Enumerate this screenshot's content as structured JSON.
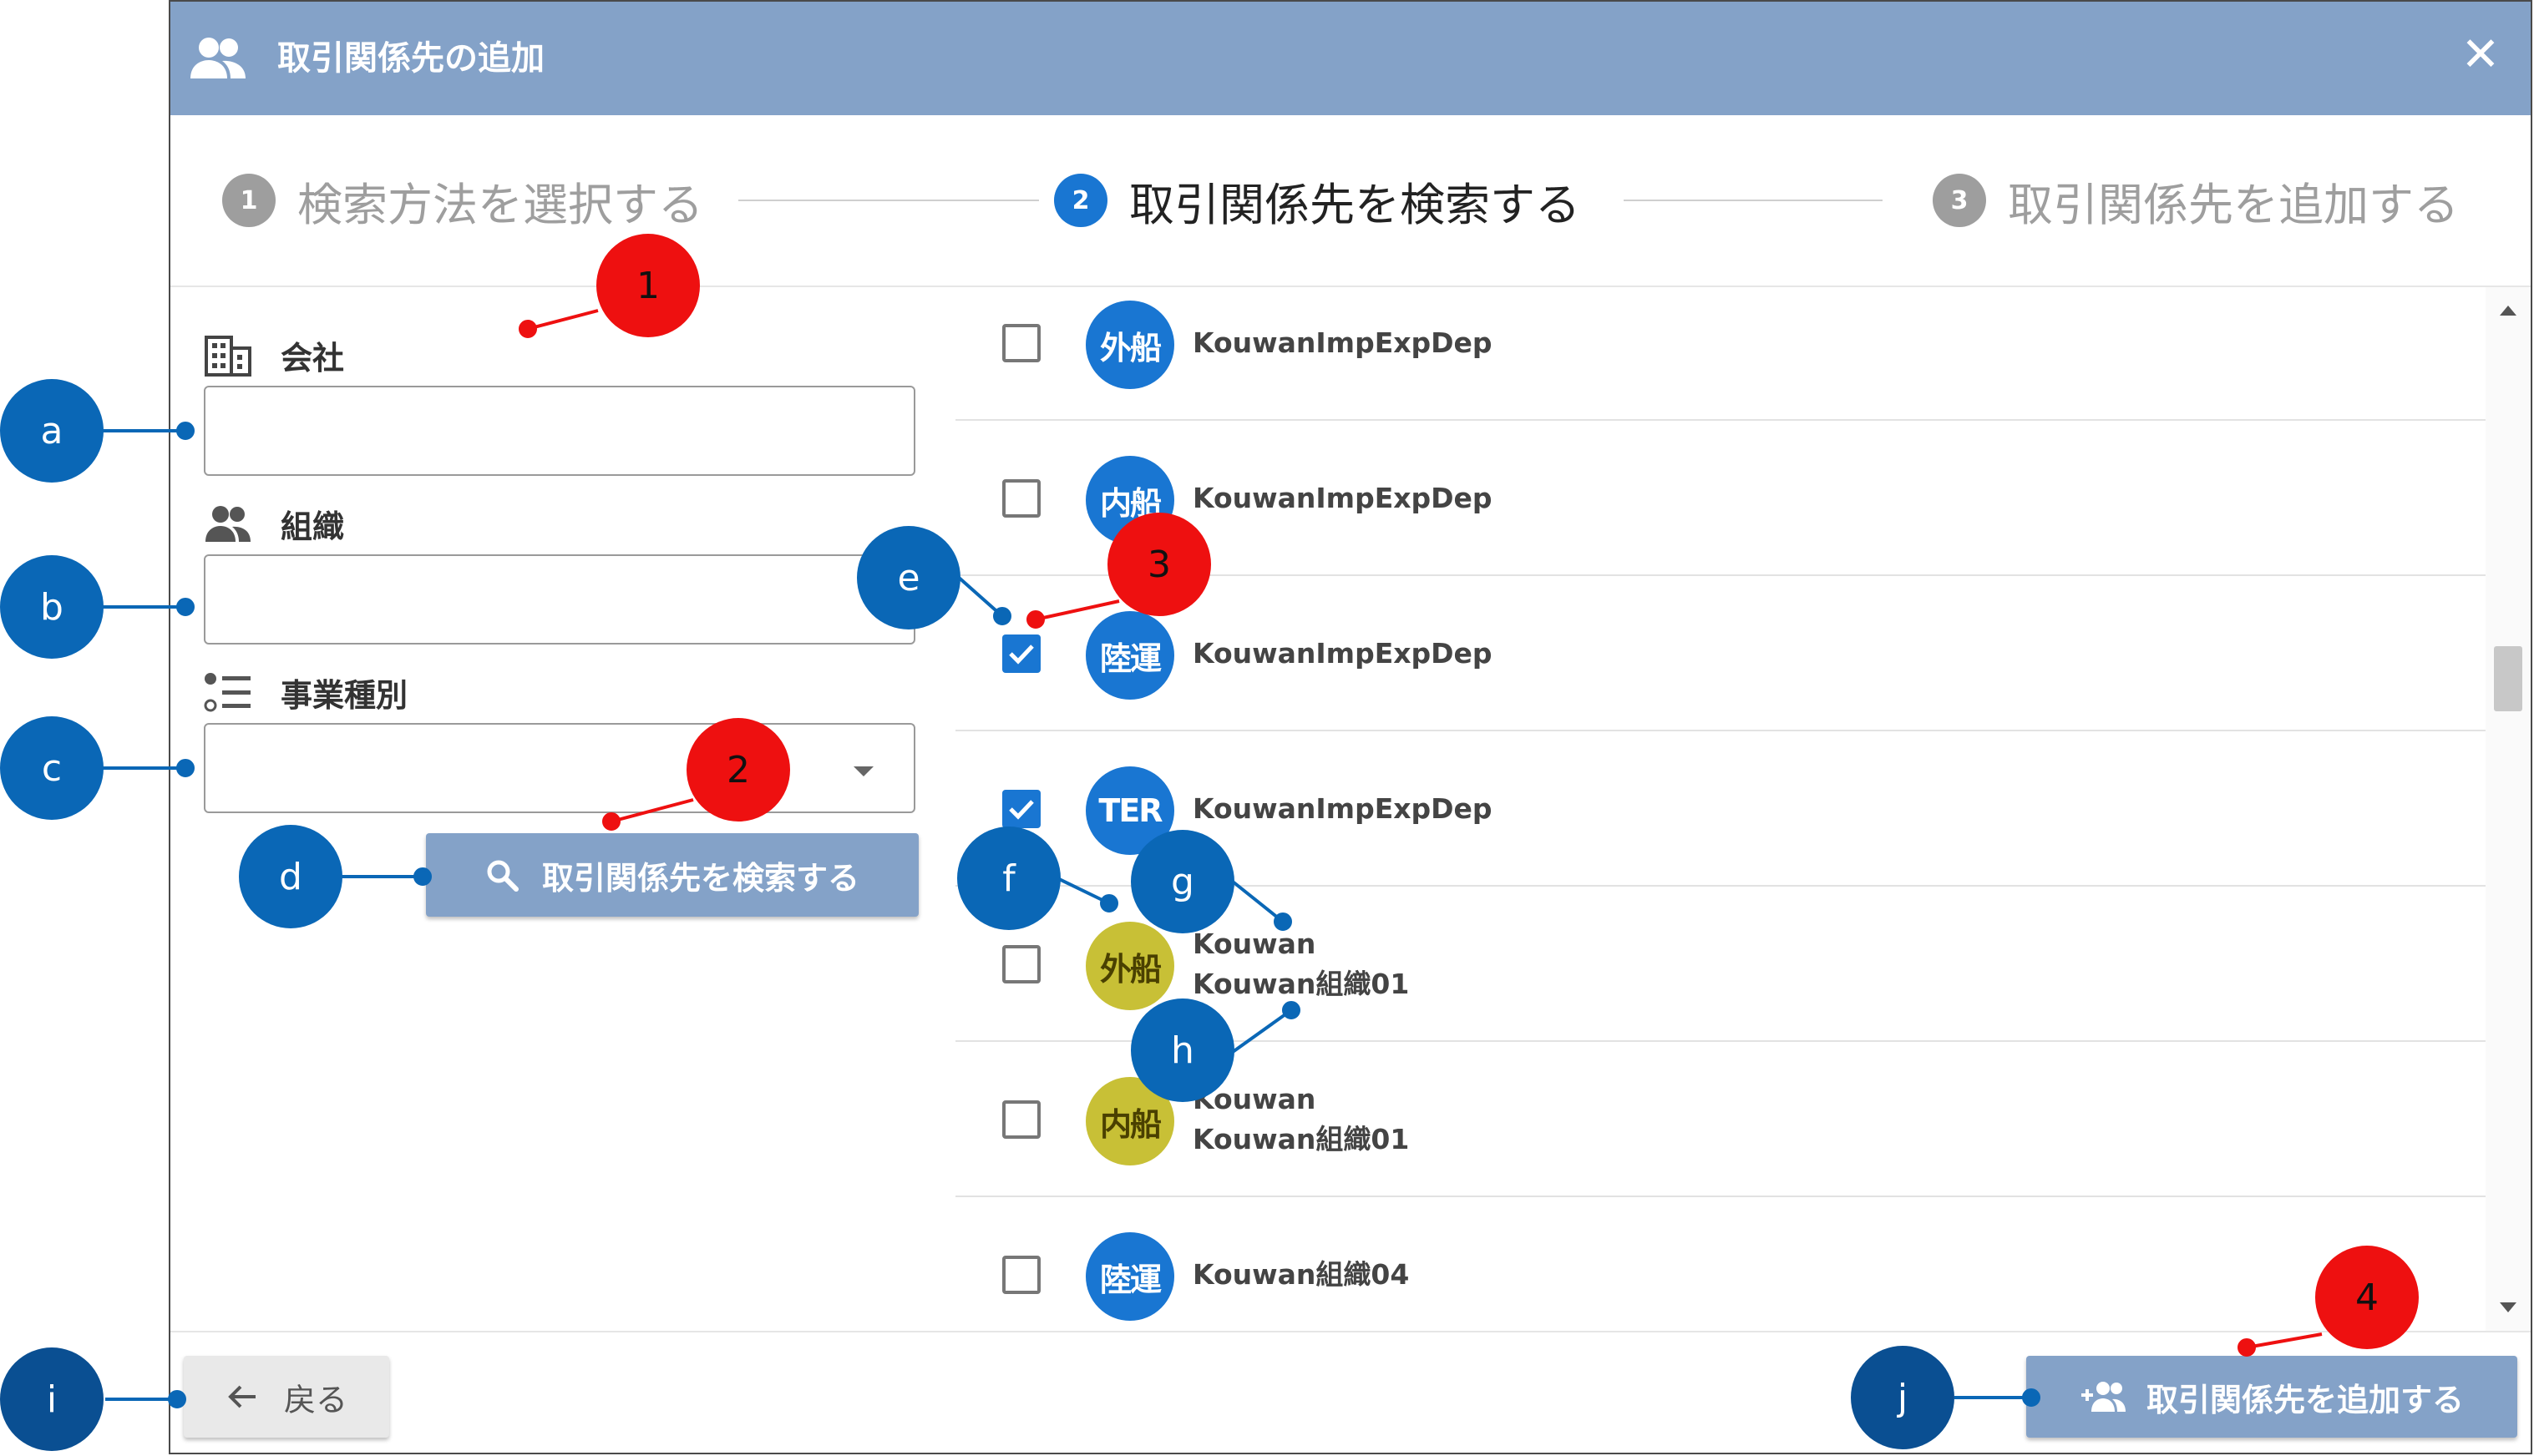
{
  "dialog": {
    "title": "取引関係先の追加",
    "close_label": "✕"
  },
  "stepper": {
    "steps": [
      {
        "num": "1",
        "label": "検索方法を選択する"
      },
      {
        "num": "2",
        "label": "取引関係先を検索する"
      },
      {
        "num": "3",
        "label": "取引関係先を追加する"
      }
    ],
    "active_index": 1
  },
  "form": {
    "company_label": "会社",
    "organization_label": "組織",
    "business_type_label": "事業種別",
    "company_value": "",
    "organization_value": "",
    "business_type_value": "",
    "search_button": "取引関係先を検索する"
  },
  "results": [
    {
      "checked": false,
      "badge": "外船",
      "badge_color": "#1976d2",
      "line1": "KouwanImpExpDep",
      "line2": ""
    },
    {
      "checked": false,
      "badge": "内船",
      "badge_color": "#1976d2",
      "line1": "KouwanImpExpDep",
      "line2": ""
    },
    {
      "checked": true,
      "badge": "陸運",
      "badge_color": "#1976d2",
      "line1": "KouwanImpExpDep",
      "line2": ""
    },
    {
      "checked": true,
      "badge": "TER",
      "badge_color": "#1976d2",
      "line1": "KouwanImpExpDep",
      "line2": ""
    },
    {
      "checked": false,
      "badge": "外船",
      "badge_color": "#c8c036",
      "line1": "Kouwan",
      "line2": "Kouwan組織01"
    },
    {
      "checked": false,
      "badge": "内船",
      "badge_color": "#c8c036",
      "line1": "Kouwan",
      "line2": "Kouwan組織01"
    },
    {
      "checked": false,
      "badge": "陸運",
      "badge_color": "#1976d2",
      "line1": "Kouwan組織04",
      "line2": ""
    }
  ],
  "footer": {
    "back_button": "戻る",
    "add_button": "取引関係先を追加する"
  },
  "callouts": {
    "letters": [
      "a",
      "b",
      "c",
      "d",
      "e",
      "f",
      "g",
      "h",
      "i",
      "j"
    ],
    "numbers": [
      "1",
      "2",
      "3",
      "4"
    ]
  },
  "colors": {
    "title_bar": "#84a2c8",
    "primary": "#1976d2",
    "callout_letter": "#0a67b6",
    "callout_number": "#ee1010",
    "badge_olive": "#c8c036"
  }
}
